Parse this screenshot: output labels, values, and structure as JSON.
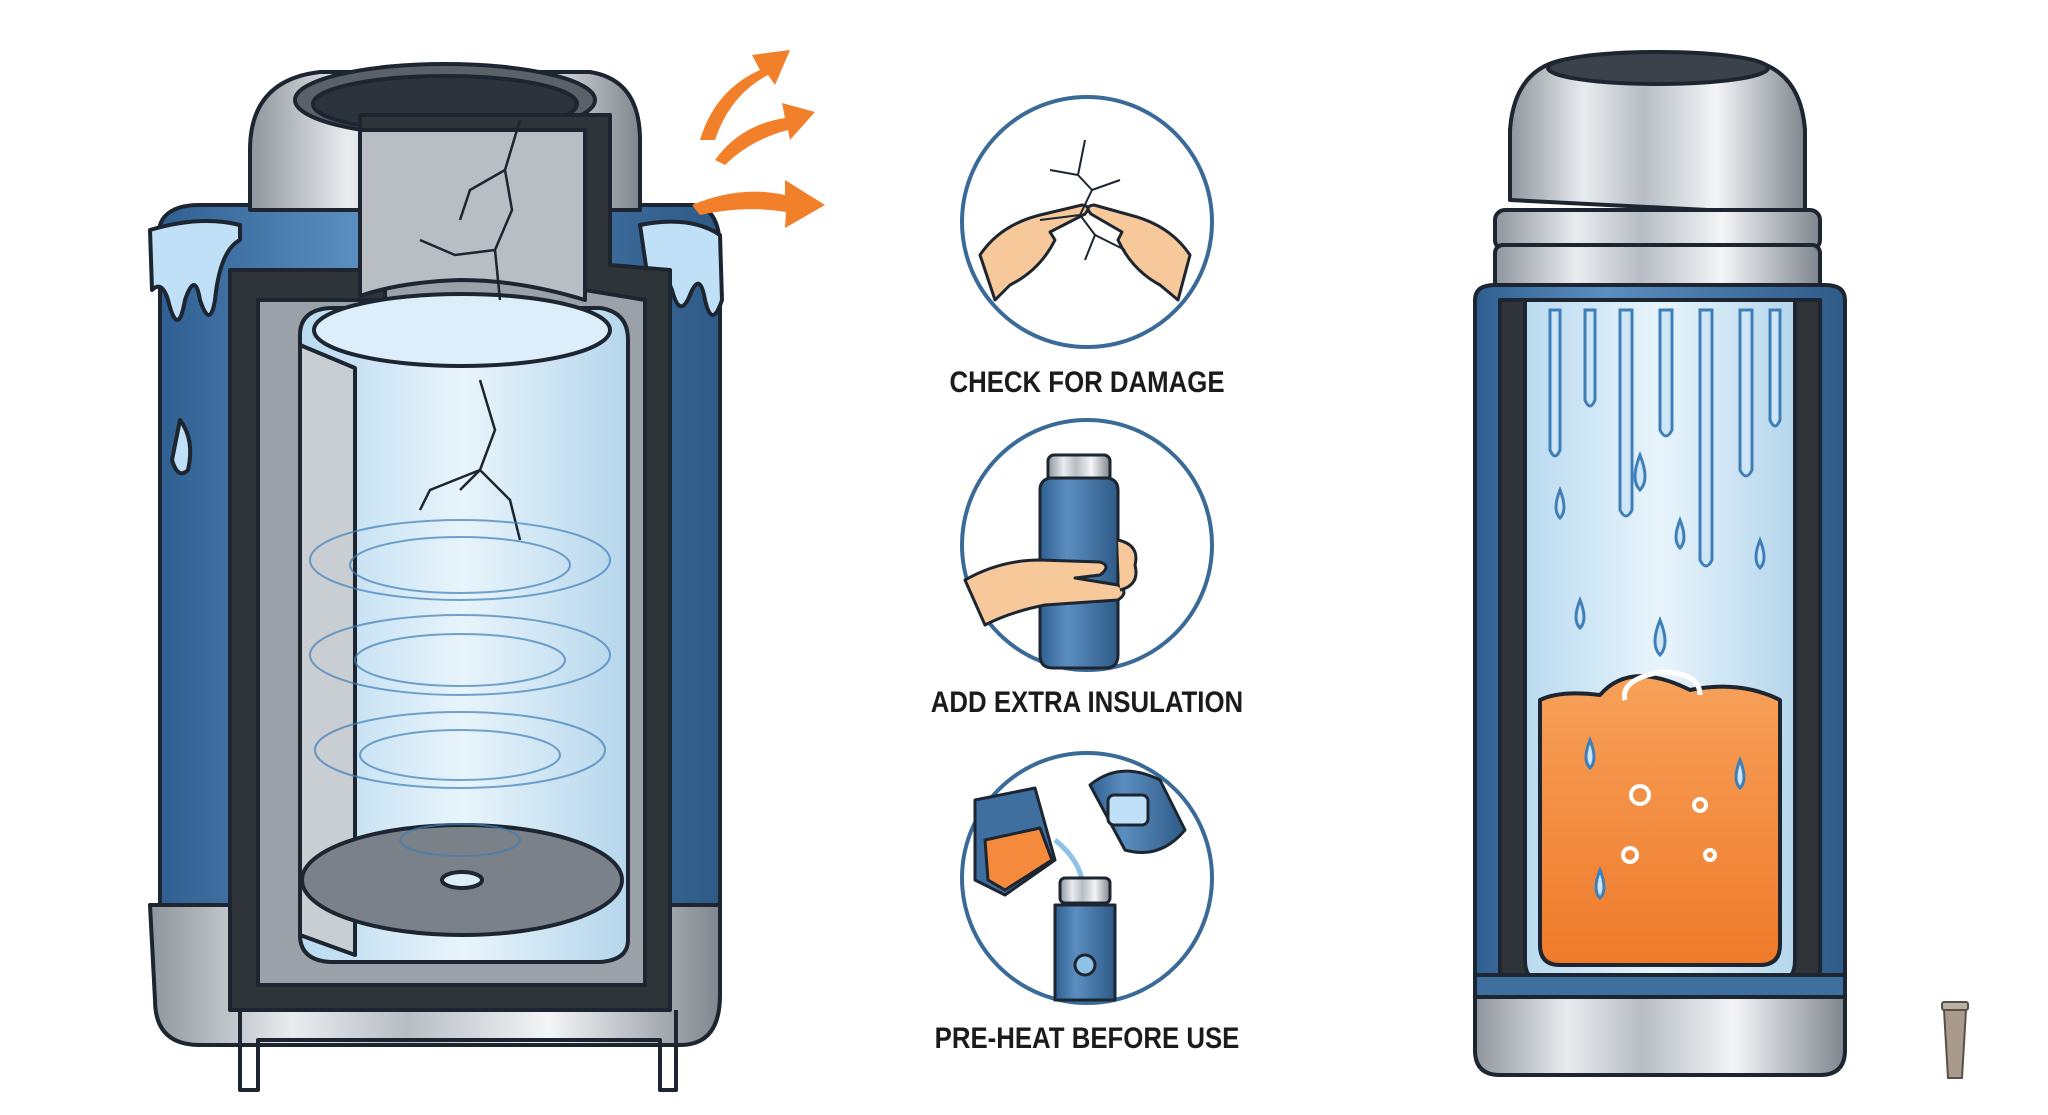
{
  "tips": {
    "check_damage": "CHECK FOR DAMAGE",
    "add_insulation": "ADD EXTRA INSULATION",
    "preheat": "PRE-HEAT BEFORE USE"
  },
  "colors": {
    "outline": "#1c2530",
    "flask_blue": "#3f6f9f",
    "flask_blue_light": "#5b8ec0",
    "steel": "#c9ced3",
    "steel_dark": "#8e959c",
    "glass": "#d9ecf7",
    "water": "#9cc8e8",
    "heat_arrow": "#f2802a",
    "hot_liquid": "#f58a3c",
    "skin": "#f6c89a"
  },
  "icons": [
    "broken-flask-cutaway",
    "heat-arrows-icon",
    "fingers-crack-icon",
    "hand-holding-flask-icon",
    "pouring-hot-water-icon",
    "condensation-flask",
    "tumbler-logo-icon"
  ]
}
